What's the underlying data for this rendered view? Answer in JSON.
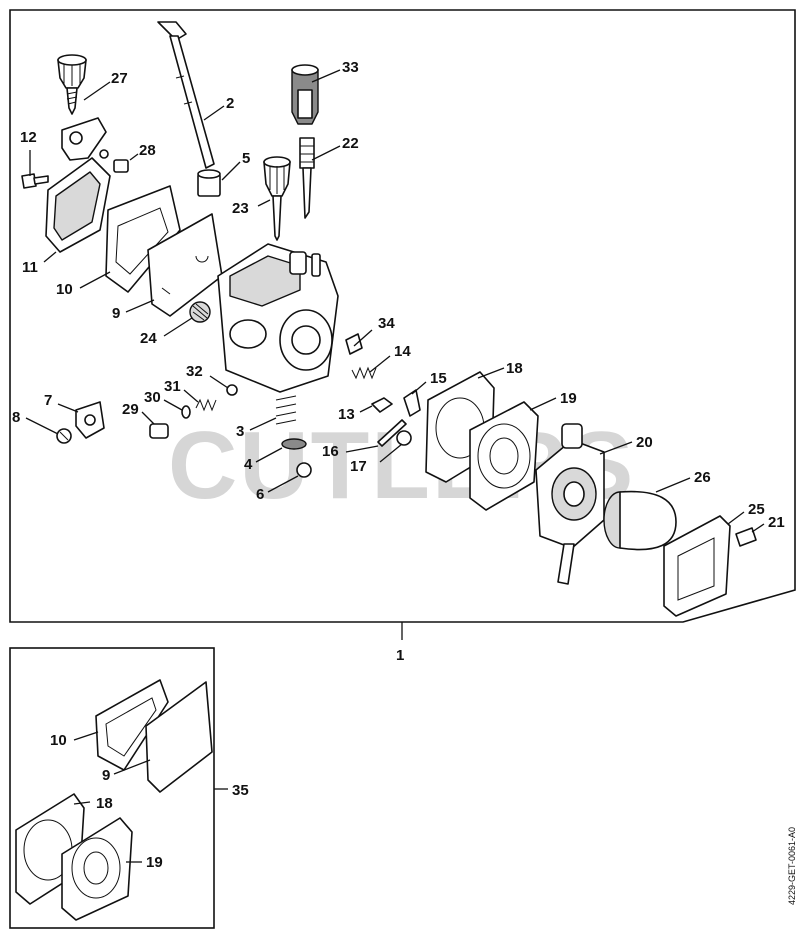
{
  "watermark": "CUTLERS",
  "figure_ref": "4229-GET-0061-A0",
  "assembly_label": "1",
  "kit_label": "35",
  "callouts": [
    {
      "id": "c2",
      "text": "2"
    },
    {
      "id": "c3",
      "text": "3"
    },
    {
      "id": "c4",
      "text": "4"
    },
    {
      "id": "c5",
      "text": "5"
    },
    {
      "id": "c6",
      "text": "6"
    },
    {
      "id": "c7",
      "text": "7"
    },
    {
      "id": "c8",
      "text": "8"
    },
    {
      "id": "c9",
      "text": "9"
    },
    {
      "id": "c10",
      "text": "10"
    },
    {
      "id": "c11",
      "text": "11"
    },
    {
      "id": "c12",
      "text": "12"
    },
    {
      "id": "c13",
      "text": "13"
    },
    {
      "id": "c14",
      "text": "14"
    },
    {
      "id": "c15",
      "text": "15"
    },
    {
      "id": "c16",
      "text": "16"
    },
    {
      "id": "c17",
      "text": "17"
    },
    {
      "id": "c18",
      "text": "18"
    },
    {
      "id": "c19",
      "text": "19"
    },
    {
      "id": "c20",
      "text": "20"
    },
    {
      "id": "c21",
      "text": "21"
    },
    {
      "id": "c22",
      "text": "22"
    },
    {
      "id": "c23",
      "text": "23"
    },
    {
      "id": "c24",
      "text": "24"
    },
    {
      "id": "c25",
      "text": "25"
    },
    {
      "id": "c26",
      "text": "26"
    },
    {
      "id": "c27",
      "text": "27"
    },
    {
      "id": "c28",
      "text": "28"
    },
    {
      "id": "c29",
      "text": "29"
    },
    {
      "id": "c30",
      "text": "30"
    },
    {
      "id": "c31",
      "text": "31"
    },
    {
      "id": "c32",
      "text": "32"
    },
    {
      "id": "c33",
      "text": "33"
    },
    {
      "id": "c34",
      "text": "34"
    }
  ],
  "kit_callouts": [
    {
      "id": "k10",
      "text": "10"
    },
    {
      "id": "k9",
      "text": "9"
    },
    {
      "id": "k18",
      "text": "18"
    },
    {
      "id": "k19",
      "text": "19"
    }
  ]
}
